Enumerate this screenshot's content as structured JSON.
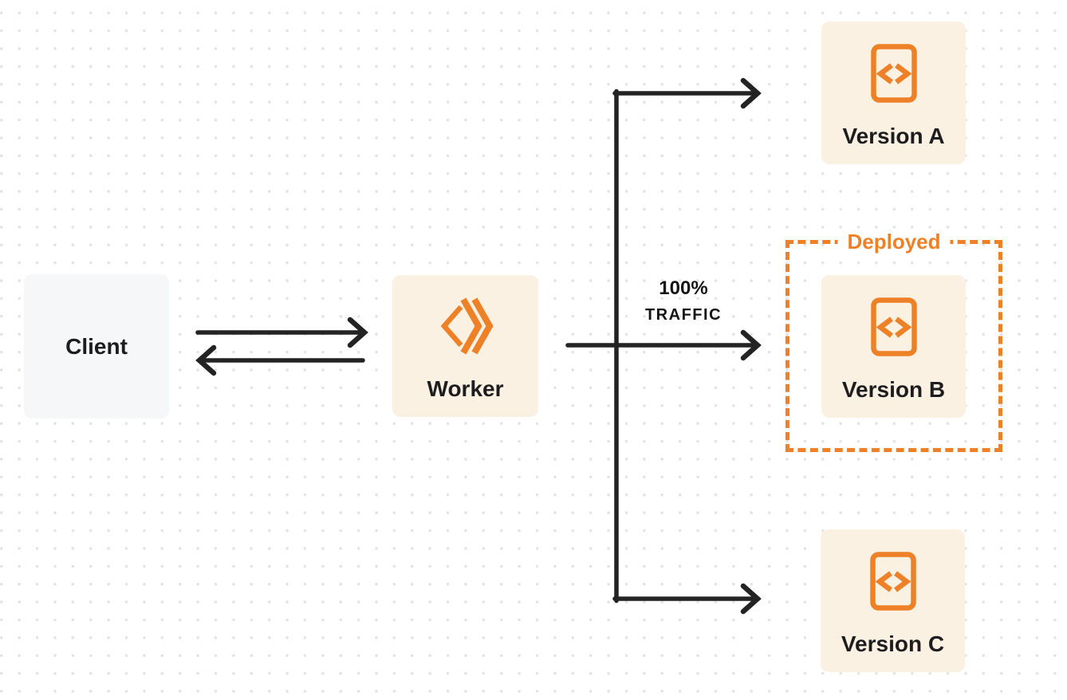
{
  "diagram": {
    "title": "worker-version-traffic-routing-diagram",
    "nodes": {
      "client": {
        "label": "Client"
      },
      "worker": {
        "label": "Worker"
      },
      "version_a": {
        "label": "Version A"
      },
      "version_b": {
        "label": "Version B"
      },
      "version_c": {
        "label": "Version C"
      }
    },
    "annotations": {
      "deployed_label": "Deployed",
      "traffic_line1": "100%",
      "traffic_line2": "TRAFFIC"
    },
    "icons": {
      "worker_logo": "cloudflare-workers-icon",
      "version_file": "code-file-icon"
    },
    "edges": [
      {
        "name": "client-to-worker",
        "direction": "right"
      },
      {
        "name": "worker-to-client",
        "direction": "left"
      },
      {
        "name": "worker-to-version-a",
        "direction": "right"
      },
      {
        "name": "worker-to-version-b",
        "direction": "right",
        "label": "100% TRAFFIC"
      },
      {
        "name": "worker-to-version-c",
        "direction": "right"
      }
    ],
    "colors": {
      "accent_orange": "#EE8128",
      "node_cream_bg": "#FAF1E2",
      "client_gray_bg": "#F6F7F8",
      "arrow_dark": "#232323",
      "text_dark": "#1D1D1F",
      "page_bg": "#FFFFFF",
      "dot_grid": "#E3E3E3"
    }
  }
}
